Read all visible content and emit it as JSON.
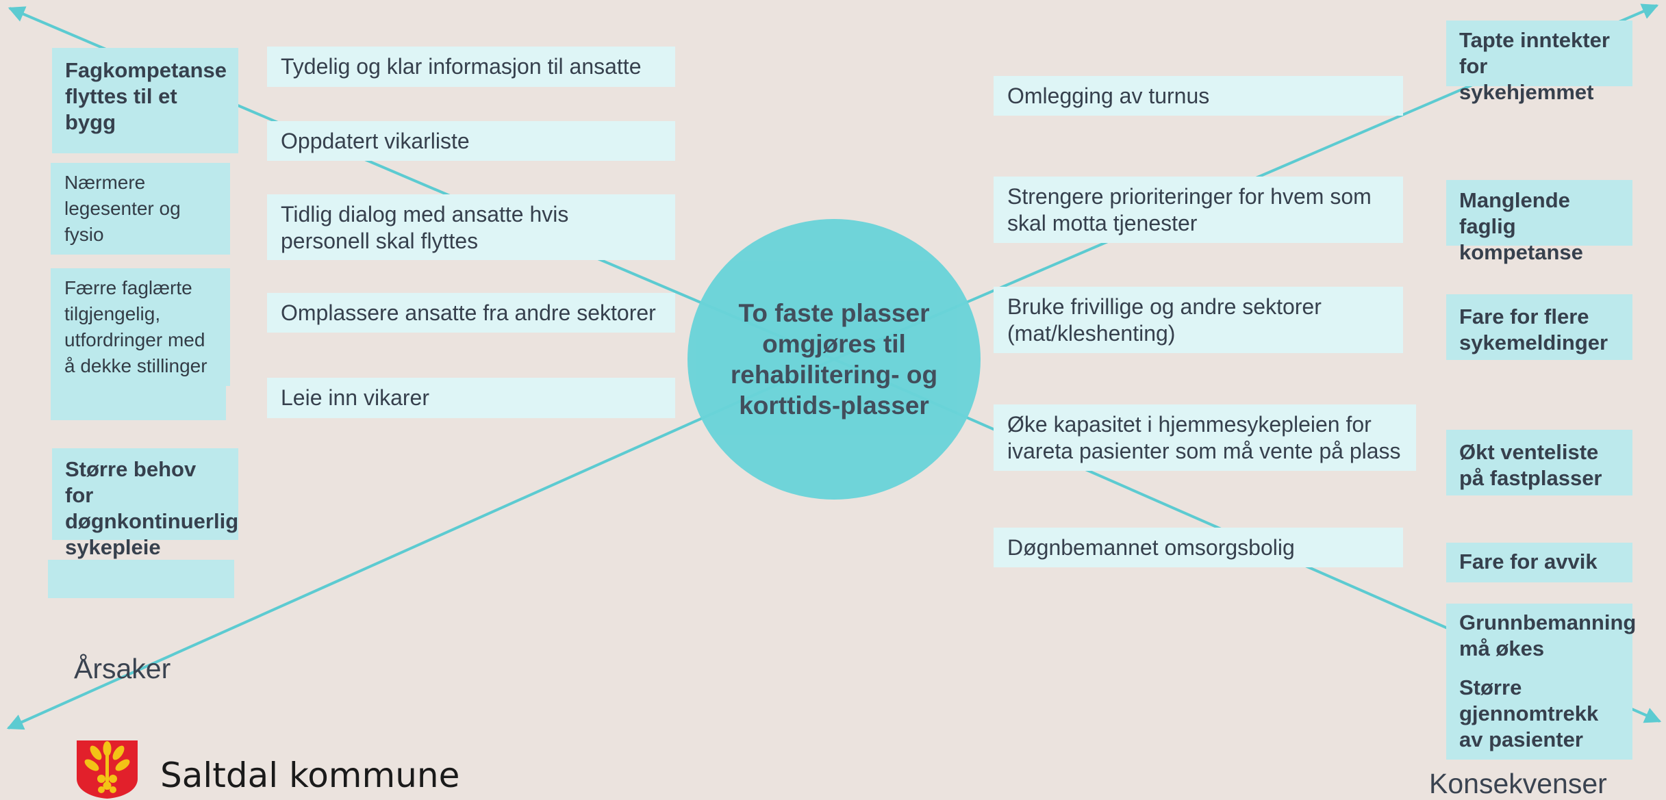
{
  "center": {
    "text": "To faste plasser omgjøres til rehabilitering- og korttids-plasser"
  },
  "left_causes": [
    "Fagkompetanse flyttes til et bygg",
    "Nærmere legesenter og fysio",
    "Færre faglærte tilgjengelig, utfordringer med å dekke stillinger",
    "Større behov for døgnkontinuerlig sykepleie"
  ],
  "left_measures": [
    "Tydelig og klar informasjon til ansatte",
    "Oppdatert vikarliste",
    "Tidlig dialog med ansatte hvis personell skal flyttes",
    "Omplassere ansatte fra andre sektorer",
    "Leie inn vikarer"
  ],
  "right_measures": [
    "Omlegging av turnus",
    "Strengere prioriteringer for hvem som skal motta tjenester",
    "Bruke frivillige og andre sektorer (mat/kleshenting)",
    "Øke kapasitet i hjemmesykepleien for ivareta pasienter som må vente på plass",
    "Døgnbemannet omsorgsbolig"
  ],
  "right_consequences": [
    "Tapte inntekter for sykehjemmet",
    "Manglende faglig kompetanse",
    "Fare for flere sykemeldinger",
    "Økt venteliste på fastplasser",
    "Fare for avvik",
    "Grunnbemanning må økes",
    "Større gjennomtrekk av pasienter"
  ],
  "labels": {
    "causes": "Årsaker",
    "consequences": "Konsekvenser"
  },
  "branding": {
    "name": "Saltdal kommune",
    "logo_icon": "coat-of-arms-icon"
  },
  "colors": {
    "background": "#ebe3de",
    "line": "#5ccbd1",
    "circle": "#6ad4d9",
    "box_light": "#def5f6",
    "box_mid": "#bce9ec"
  }
}
